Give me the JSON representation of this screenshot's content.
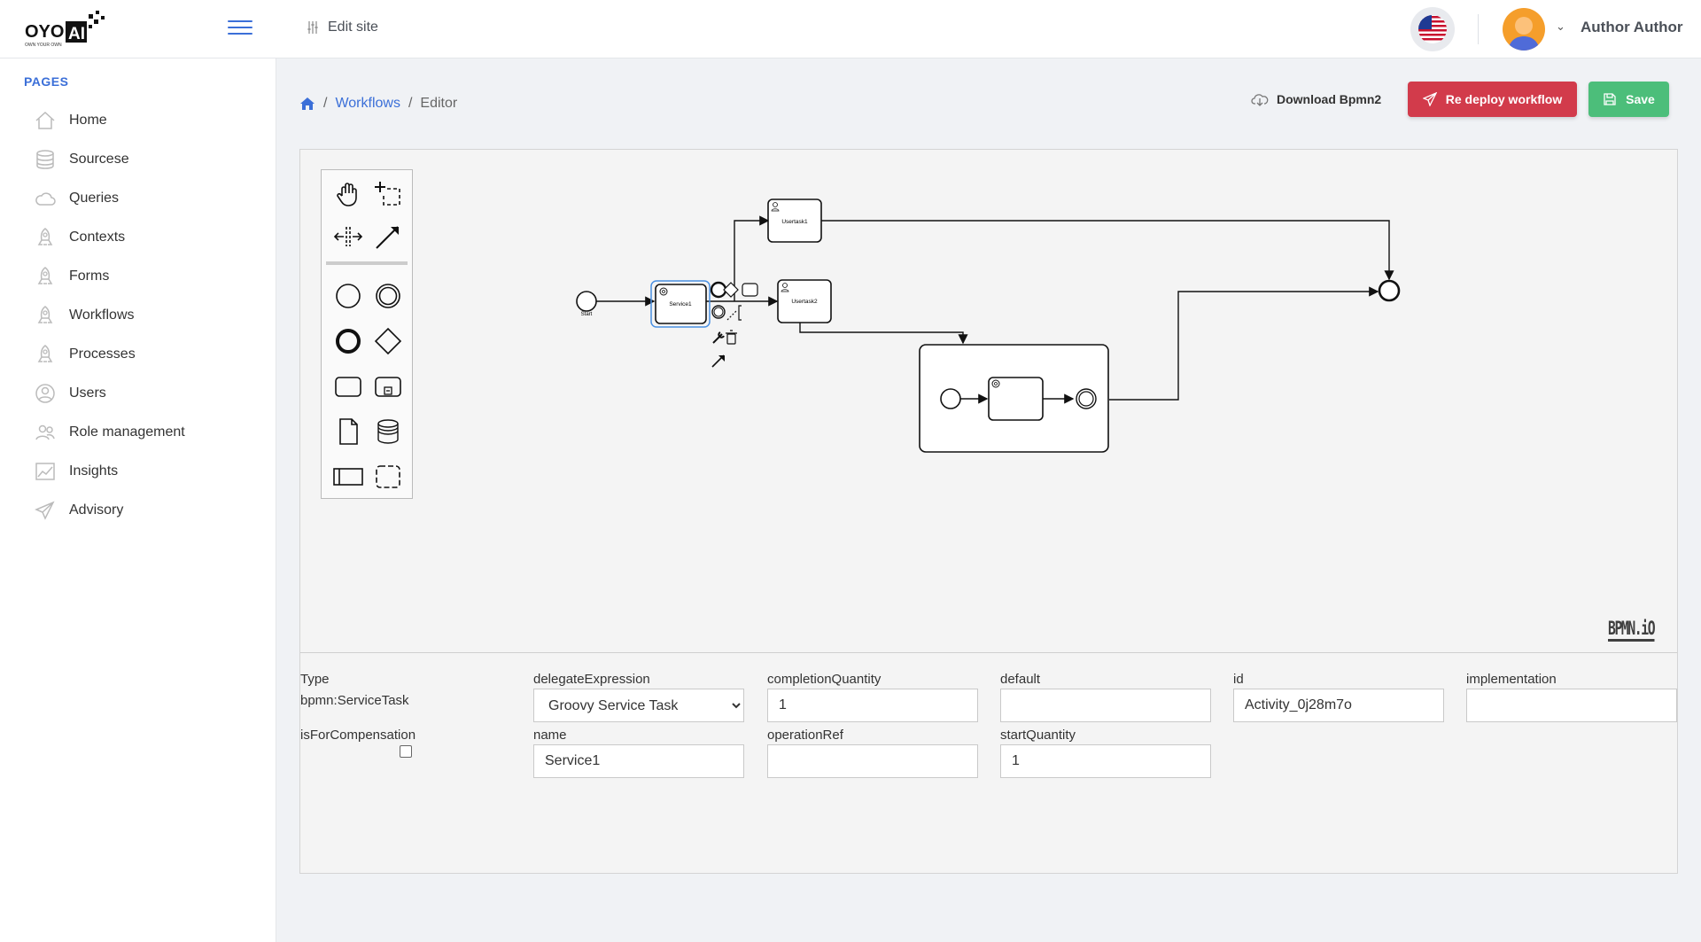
{
  "header": {
    "logo_text": "OYO AI",
    "logo_tagline": "OWN YOUR OWN",
    "edit_site_label": "Edit site",
    "user_name": "Author Author",
    "language_flag": "us-flag-icon"
  },
  "sidebar": {
    "title": "PAGES",
    "items": [
      {
        "label": "Home",
        "icon": "home-icon"
      },
      {
        "label": "Sourcese",
        "icon": "database-icon"
      },
      {
        "label": "Queries",
        "icon": "cloud-icon"
      },
      {
        "label": "Contexts",
        "icon": "rocket-icon"
      },
      {
        "label": "Forms",
        "icon": "rocket-icon"
      },
      {
        "label": "Workflows",
        "icon": "rocket-icon"
      },
      {
        "label": "Processes",
        "icon": "rocket-icon"
      },
      {
        "label": "Users",
        "icon": "user-icon"
      },
      {
        "label": "Role management",
        "icon": "users-icon"
      },
      {
        "label": "Insights",
        "icon": "chart-icon"
      },
      {
        "label": "Advisory",
        "icon": "plane-icon"
      }
    ]
  },
  "breadcrumb": {
    "home_icon": "home-icon",
    "workflows": "Workflows",
    "current": "Editor"
  },
  "actions": {
    "download": "Download Bpmn2",
    "redeploy": "Re deploy workflow",
    "save": "Save"
  },
  "colors": {
    "accent": "#3b6fd8",
    "danger": "#d23b4b",
    "success": "#4cbe7a"
  },
  "diagram": {
    "start_label": "Start",
    "service_task": "Service1",
    "user_task_1": "Usertask1",
    "user_task_2": "Usertask2",
    "watermark": "BPMN.iO"
  },
  "properties": {
    "type_label": "Type",
    "type_value": "bpmn:ServiceTask",
    "delegate_label": "delegateExpression",
    "delegate_value": "Groovy Service Task",
    "completion_label": "completionQuantity",
    "completion_value": "1",
    "default_label": "default",
    "default_value": "",
    "id_label": "id",
    "id_value": "Activity_0j28m7o",
    "implementation_label": "implementation",
    "implementation_value": "",
    "compensation_label": "isForCompensation",
    "compensation_checked": false,
    "name_label": "name",
    "name_value": "Service1",
    "operation_label": "operationRef",
    "operation_value": "",
    "start_label": "startQuantity",
    "start_value": "1"
  }
}
